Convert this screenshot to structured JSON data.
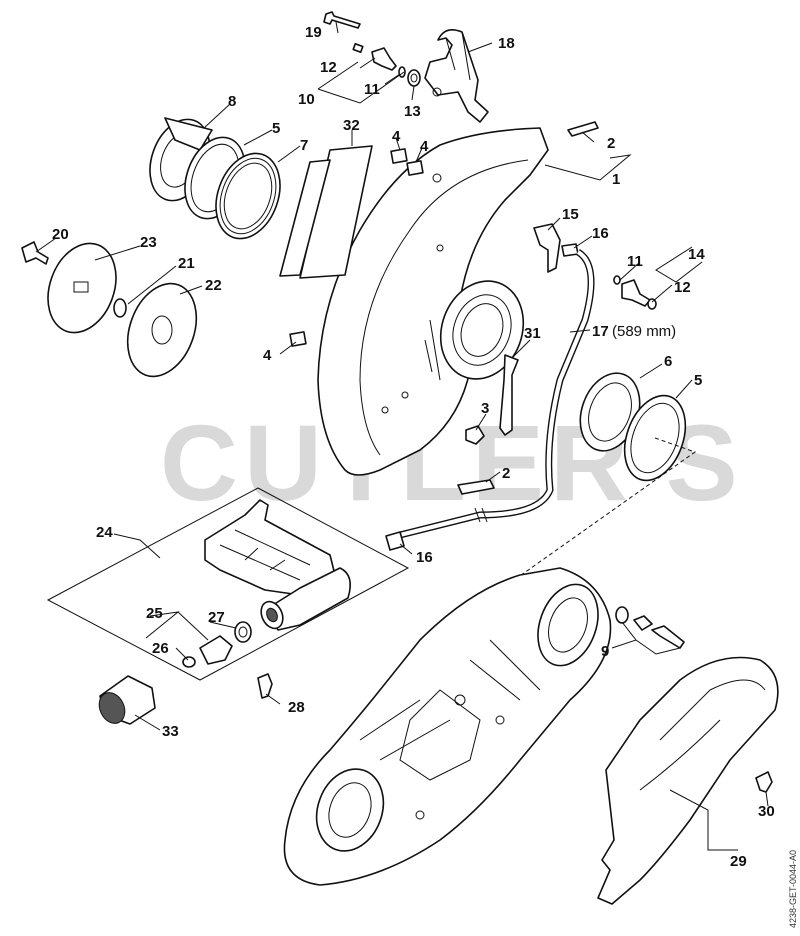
{
  "watermark": "CUTLER'S",
  "drawing_code": "4238-GET-0044-A0",
  "labels": {
    "p1": "1",
    "p2a": "2",
    "p2b": "2",
    "p3": "3",
    "p4a": "4",
    "p4b": "4",
    "p4c": "4",
    "p5a": "5",
    "p5b": "5",
    "p6": "6",
    "p7": "7",
    "p8": "8",
    "p9": "9",
    "p10": "10",
    "p11a": "11",
    "p11b": "11",
    "p12a": "12",
    "p12b": "12",
    "p13": "13",
    "p14": "14",
    "p15": "15",
    "p16a": "16",
    "p16b": "16",
    "p17": "17",
    "p17_note": "(589 mm)",
    "p18": "18",
    "p19": "19",
    "p20": "20",
    "p21": "21",
    "p22": "22",
    "p23": "23",
    "p24": "24",
    "p25": "25",
    "p26": "26",
    "p27": "27",
    "p28": "28",
    "p29": "29",
    "p30": "30",
    "p31": "31",
    "p32": "32",
    "p33": "33"
  }
}
